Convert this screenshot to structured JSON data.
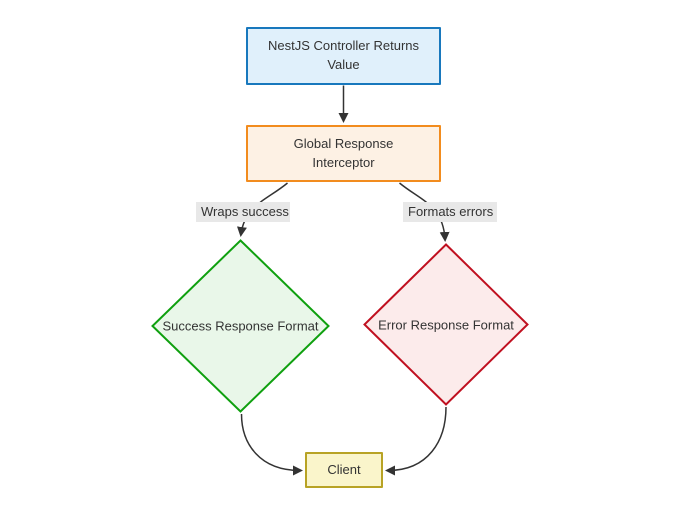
{
  "diagram": {
    "title": "NestJS response interceptor flowchart",
    "nodes": {
      "controller": {
        "label": "NestJS Controller Returns Value",
        "shape": "rectangle"
      },
      "interceptor": {
        "label": "Global Response Interceptor",
        "shape": "rectangle"
      },
      "success": {
        "label": "Success Response Format",
        "shape": "diamond"
      },
      "error": {
        "label": "Error Response Format",
        "shape": "diamond"
      },
      "client": {
        "label": "Client",
        "shape": "rectangle"
      }
    },
    "edge_labels": {
      "wraps": "Wraps success",
      "formats": "Formats errors"
    },
    "edges": [
      {
        "from": "controller",
        "to": "interceptor",
        "label": ""
      },
      {
        "from": "interceptor",
        "to": "success",
        "label": "Wraps success"
      },
      {
        "from": "interceptor",
        "to": "error",
        "label": "Formats errors"
      },
      {
        "from": "success",
        "to": "client",
        "label": ""
      },
      {
        "from": "error",
        "to": "client",
        "label": ""
      }
    ]
  },
  "colors": {
    "edge": "#333333",
    "text": "#333333",
    "label-bg": "#e8e8e8",
    "controller-fill": "#e0f0fb",
    "controller-stroke": "#1878bd",
    "interceptor-fill": "#fdf1e4",
    "interceptor-stroke": "#f28c1e",
    "success-fill": "#e9f7e9",
    "success-stroke": "#0fa00f",
    "error-fill": "#fcebeb",
    "error-stroke": "#c01020",
    "client-fill": "#faf5cb",
    "client-stroke": "#b8a325"
  }
}
